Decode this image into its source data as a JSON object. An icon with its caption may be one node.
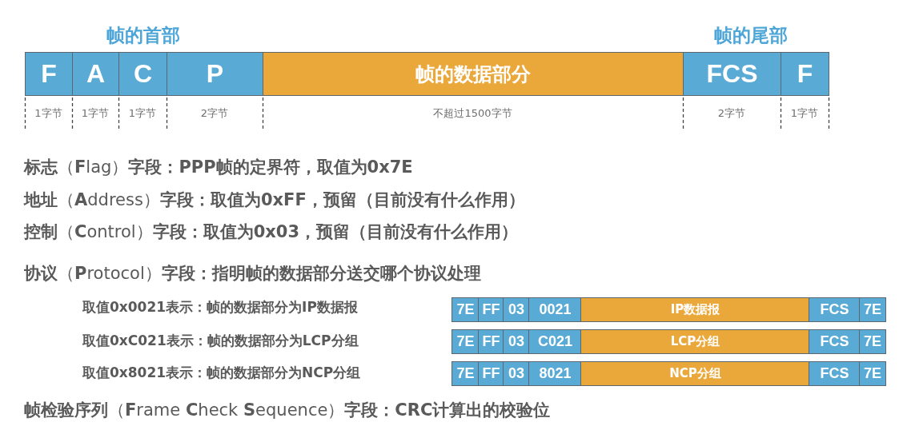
{
  "diagram": {
    "nodes": [
      {
        "text": [
          "F"
        ],
        "beside": [
          "1字节"
        ]
      },
      {
        "text": [
          "A"
        ],
        "beside": [
          "1字节"
        ]
      },
      {
        "text": [
          "C"
        ],
        "beside": [
          "1字节"
        ]
      },
      {
        "text": [
          "P"
        ],
        "beside": [
          "2字节"
        ]
      },
      {
        "text": [
          "帧的数据部分"
        ],
        "beside": [
          "不超过1500字节"
        ]
      },
      {
        "text": [
          "FCS"
        ],
        "beside": [
          "2字节"
        ]
      },
      {
        "text": [
          "F"
        ],
        "beside": [
          "1字节"
        ]
      },
      {
        "text": [
          "7E"
        ]
      },
      {
        "text": [
          "FF"
        ]
      },
      {
        "text": [
          "03"
        ]
      },
      {
        "text": [
          "0021"
        ]
      },
      {
        "text": [
          "IP数据报"
        ]
      },
      {
        "text": [
          "FCS"
        ]
      },
      {
        "text": [
          "7E"
        ]
      },
      {
        "text": [
          "7E"
        ]
      },
      {
        "text": [
          "FF"
        ]
      },
      {
        "text": [
          "03"
        ]
      },
      {
        "text": [
          "C021"
        ]
      },
      {
        "text": [
          "LCP分组"
        ]
      },
      {
        "text": [
          "FCS"
        ]
      },
      {
        "text": [
          "7E"
        ]
      },
      {
        "text": [
          "7E"
        ]
      },
      {
        "text": [
          "FF"
        ]
      },
      {
        "text": [
          "03"
        ]
      },
      {
        "text": [
          "8021"
        ]
      },
      {
        "text": [
          "NCP分组"
        ]
      },
      {
        "text": [
          "FCS"
        ]
      },
      {
        "text": [
          "7E"
        ]
      }
    ],
    "edges": [],
    "labels": [
      "帧的首部",
      "帧的尾部",
      "**标志**（**F**lag）**字段：PPP帧的定界符，取值为0x7E**",
      "**地址**（**A**ddress）**字段：取值为0xFF，预留（目前没有什么作用）**",
      "**控制**（**C**ontrol）**字段：取值为0x03，预留（目前没有什么作用）**",
      "**协议**（**P**rotocol）**字段：指明帧的数据部分送交哪个协议处理**",
      "取值0x0021表示：帧的数据部分为IP数据报",
      "取值0xC021表示：帧的数据部分为LCP分组",
      "取值0x8021表示：帧的数据部分为NCP分组",
      "**帧检验序列**（**F**rame **C**heck **S**equence）**字段：CRC计算出的校验位**"
    ]
  }
}
